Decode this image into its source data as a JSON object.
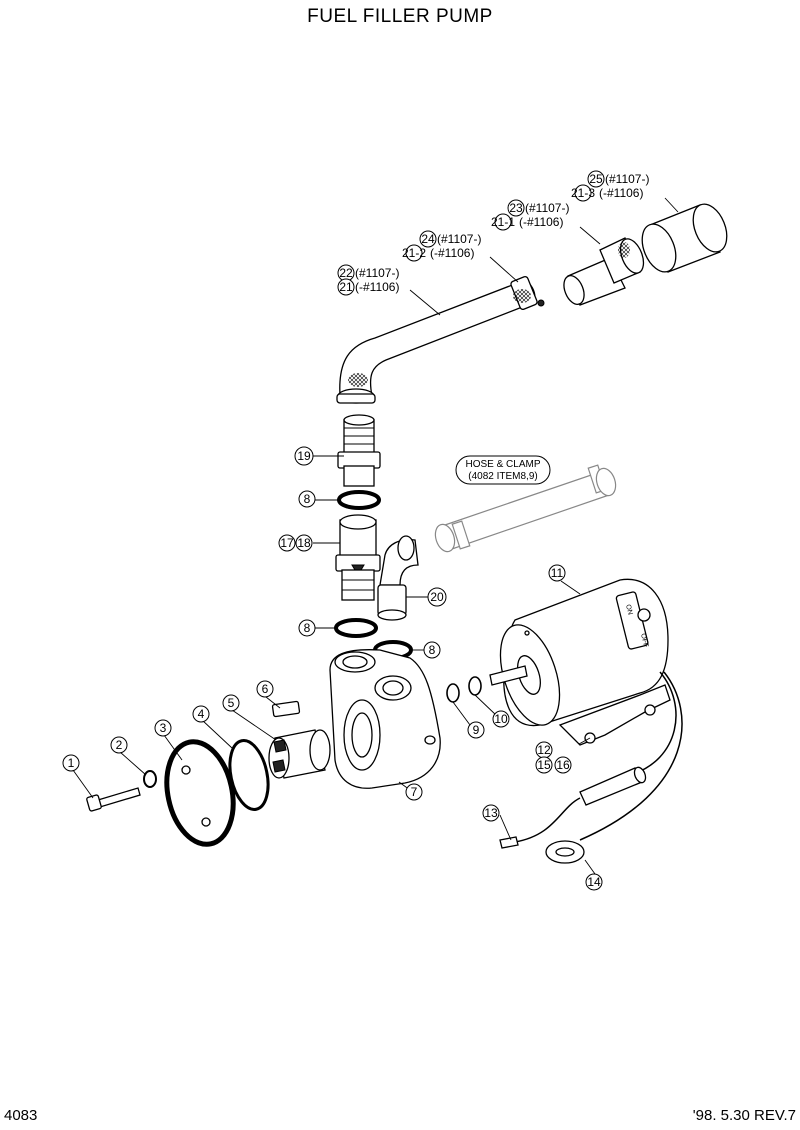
{
  "title": "FUEL FILLER PUMP",
  "page_number": "4083",
  "revision": "'98. 5.30 REV.7",
  "labels": {
    "l1": "1",
    "l2": "2",
    "l3": "3",
    "l4": "4",
    "l5": "5",
    "l6": "6",
    "l7": "7",
    "l8a": "8",
    "l8b": "8",
    "l8c": "8",
    "l9": "9",
    "l10": "10",
    "l11": "11",
    "l12": "12",
    "l13": "13",
    "l14": "14",
    "l15": "15",
    "l16": "16",
    "l17": "17",
    "l18": "18",
    "l19": "19",
    "l20": "20",
    "l22a": "22",
    "l22b": "(#1107-)",
    "l21a": "21",
    "l21b": "(-#1106)",
    "l24a": "24",
    "l24b": "(#1107-)",
    "l212a": "21-2",
    "l212b": "(-#1106)",
    "l23a": "23",
    "l23b": "(#1107-)",
    "l211a": "21-1",
    "l211b": "(-#1106)",
    "l25a": "25",
    "l25b": "(#1107-)",
    "l213a": "21-3",
    "l213b": "(-#1106)"
  },
  "hose_note": {
    "line1": "HOSE & CLAMP",
    "line2": "(4082 ITEM8,9)"
  },
  "switch": {
    "on": "ON",
    "off": "OFF"
  }
}
